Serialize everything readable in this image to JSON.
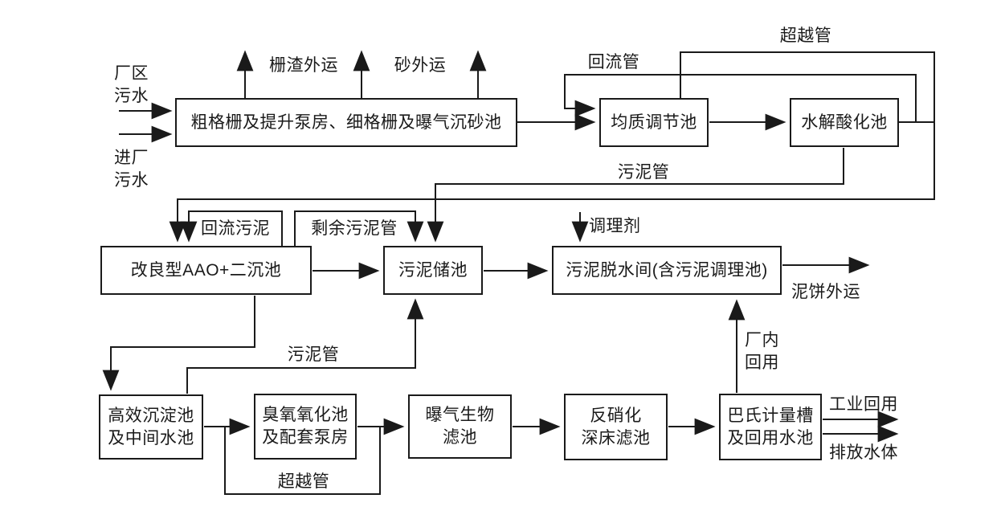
{
  "diagram": {
    "colors": {
      "line": "#1a1a1a",
      "background": "#ffffff",
      "text": "#1a1a1a"
    },
    "nodes": [
      {
        "id": "pretreatment",
        "label": "粗格栅及提升泵房、细格栅及曝气沉砂池"
      },
      {
        "id": "equalization",
        "label": "均质调节池"
      },
      {
        "id": "hydrolysis",
        "label": "水解酸化池"
      },
      {
        "id": "aao",
        "label": "改良型AAO+二沉池"
      },
      {
        "id": "sludge-storage",
        "label": "污泥储池"
      },
      {
        "id": "dewatering",
        "label": "污泥脱水间(含污泥调理池)"
      },
      {
        "id": "sedimentation",
        "label": "高效沉淀池\n及中间水池"
      },
      {
        "id": "ozone",
        "label": "臭氧氧化池\n及配套泵房"
      },
      {
        "id": "baf",
        "label": "曝气生物\n滤池"
      },
      {
        "id": "denitrification",
        "label": "反硝化\n深床滤池"
      },
      {
        "id": "parshall",
        "label": "巴氏计量槽\n及回用水池"
      }
    ],
    "labels": [
      {
        "id": "factory-wastewater",
        "text": "厂区\n污水"
      },
      {
        "id": "influent",
        "text": "进厂\n污水"
      },
      {
        "id": "screenings-out",
        "text": "栅渣外运"
      },
      {
        "id": "sand-out",
        "text": "砂外运"
      },
      {
        "id": "bypass-top",
        "text": "超越管"
      },
      {
        "id": "return-pipe",
        "text": "回流管"
      },
      {
        "id": "sludge-pipe-top",
        "text": "污泥管"
      },
      {
        "id": "return-sludge",
        "text": "回流污泥"
      },
      {
        "id": "excess-sludge-pipe",
        "text": "剩余污泥管"
      },
      {
        "id": "conditioner",
        "text": "调理剂"
      },
      {
        "id": "sludge-cake-out",
        "text": "泥饼外运"
      },
      {
        "id": "sludge-pipe-bottom",
        "text": "污泥管"
      },
      {
        "id": "bypass-bottom",
        "text": "超越管"
      },
      {
        "id": "plant-reuse",
        "text": "厂内\n回用"
      },
      {
        "id": "industrial-reuse",
        "text": "工业回用"
      },
      {
        "id": "discharge",
        "text": "排放水体"
      }
    ]
  }
}
